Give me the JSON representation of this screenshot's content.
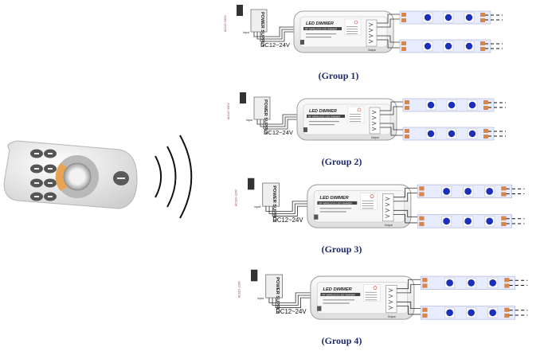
{
  "remote": {
    "name": "wireless-remote"
  },
  "groups": [
    {
      "caption": "(Group 1)",
      "dimmer_title": "LED DIMMER",
      "dimmer_sub": "RF WIRELESS LED DIMMER",
      "supply_label": "POWER SUPPLY",
      "input_label": "Input",
      "ac_label": "AC110~220V",
      "dc_label": "DC12~24V",
      "output_label": "Output"
    },
    {
      "caption": "(Group 2)",
      "dimmer_title": "LED DIMMER",
      "dimmer_sub": "RF WIRELESS LED DIMMER",
      "supply_label": "POWER SUPPLY",
      "input_label": "Input",
      "ac_label": "AC110~220V",
      "dc_label": "DC12~24V",
      "output_label": "Output"
    },
    {
      "caption": "(Group 3)",
      "dimmer_title": "LED DIMMER",
      "dimmer_sub": "RF WIRELESS LED DIMMER",
      "supply_label": "POWER SUPPLY",
      "input_label": "Input",
      "ac_label": "AC110~220V",
      "dc_label": "DC12~24V",
      "output_label": "Output"
    },
    {
      "caption": "(Group 4)",
      "dimmer_title": "LED DIMMER",
      "dimmer_sub": "RF WIRELESS LED DIMMER",
      "supply_label": "POWER SUPPLY",
      "input_label": "Input",
      "ac_label": "AC110~220V",
      "dc_label": "DC12~24V",
      "output_label": "Output"
    }
  ],
  "colors": {
    "led": "#1c2fb8",
    "strip": "#e8ecff",
    "pad": "#d8864a",
    "caption": "#1f2a6b",
    "wire": "#333333"
  }
}
